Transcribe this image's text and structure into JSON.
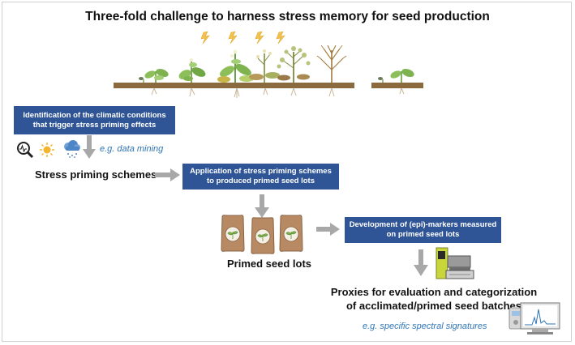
{
  "title": "Three-fold challenge to harness stress memory for seed production",
  "box1": {
    "line1": "Identification of the climatic conditions",
    "line2": "that trigger stress priming effects"
  },
  "example1": "e.g. data mining",
  "label_stress_schemes": "Stress priming schemes",
  "box2": {
    "line1": "Application  of stress priming schemes",
    "line2": "to produced primed seed lots"
  },
  "label_primed_lots": "Primed seed lots",
  "box3": {
    "line1": "Development of (epi)-markers measured",
    "line2": "on primed seed lots"
  },
  "proxies": {
    "line1": "Proxies for evaluation and categorization",
    "line2": "of acclimated/primed seed batches"
  },
  "example2": "e.g. specific spectral signatures",
  "colors": {
    "box_blue": "#2f5597",
    "soil_brown": "#8b6a3e",
    "arrow_gray": "#a8a8a8",
    "leaf_green": "#8cbf5a",
    "lightning_yellow": "#f2c14e",
    "accent_blue": "#2e75b6"
  },
  "icons": [
    "lightning-icon",
    "plant-icon",
    "magnifier-chart-icon",
    "sun-icon",
    "cloud-icon",
    "seed-bag-icon",
    "spectrometer-icon",
    "computer-icon"
  ]
}
